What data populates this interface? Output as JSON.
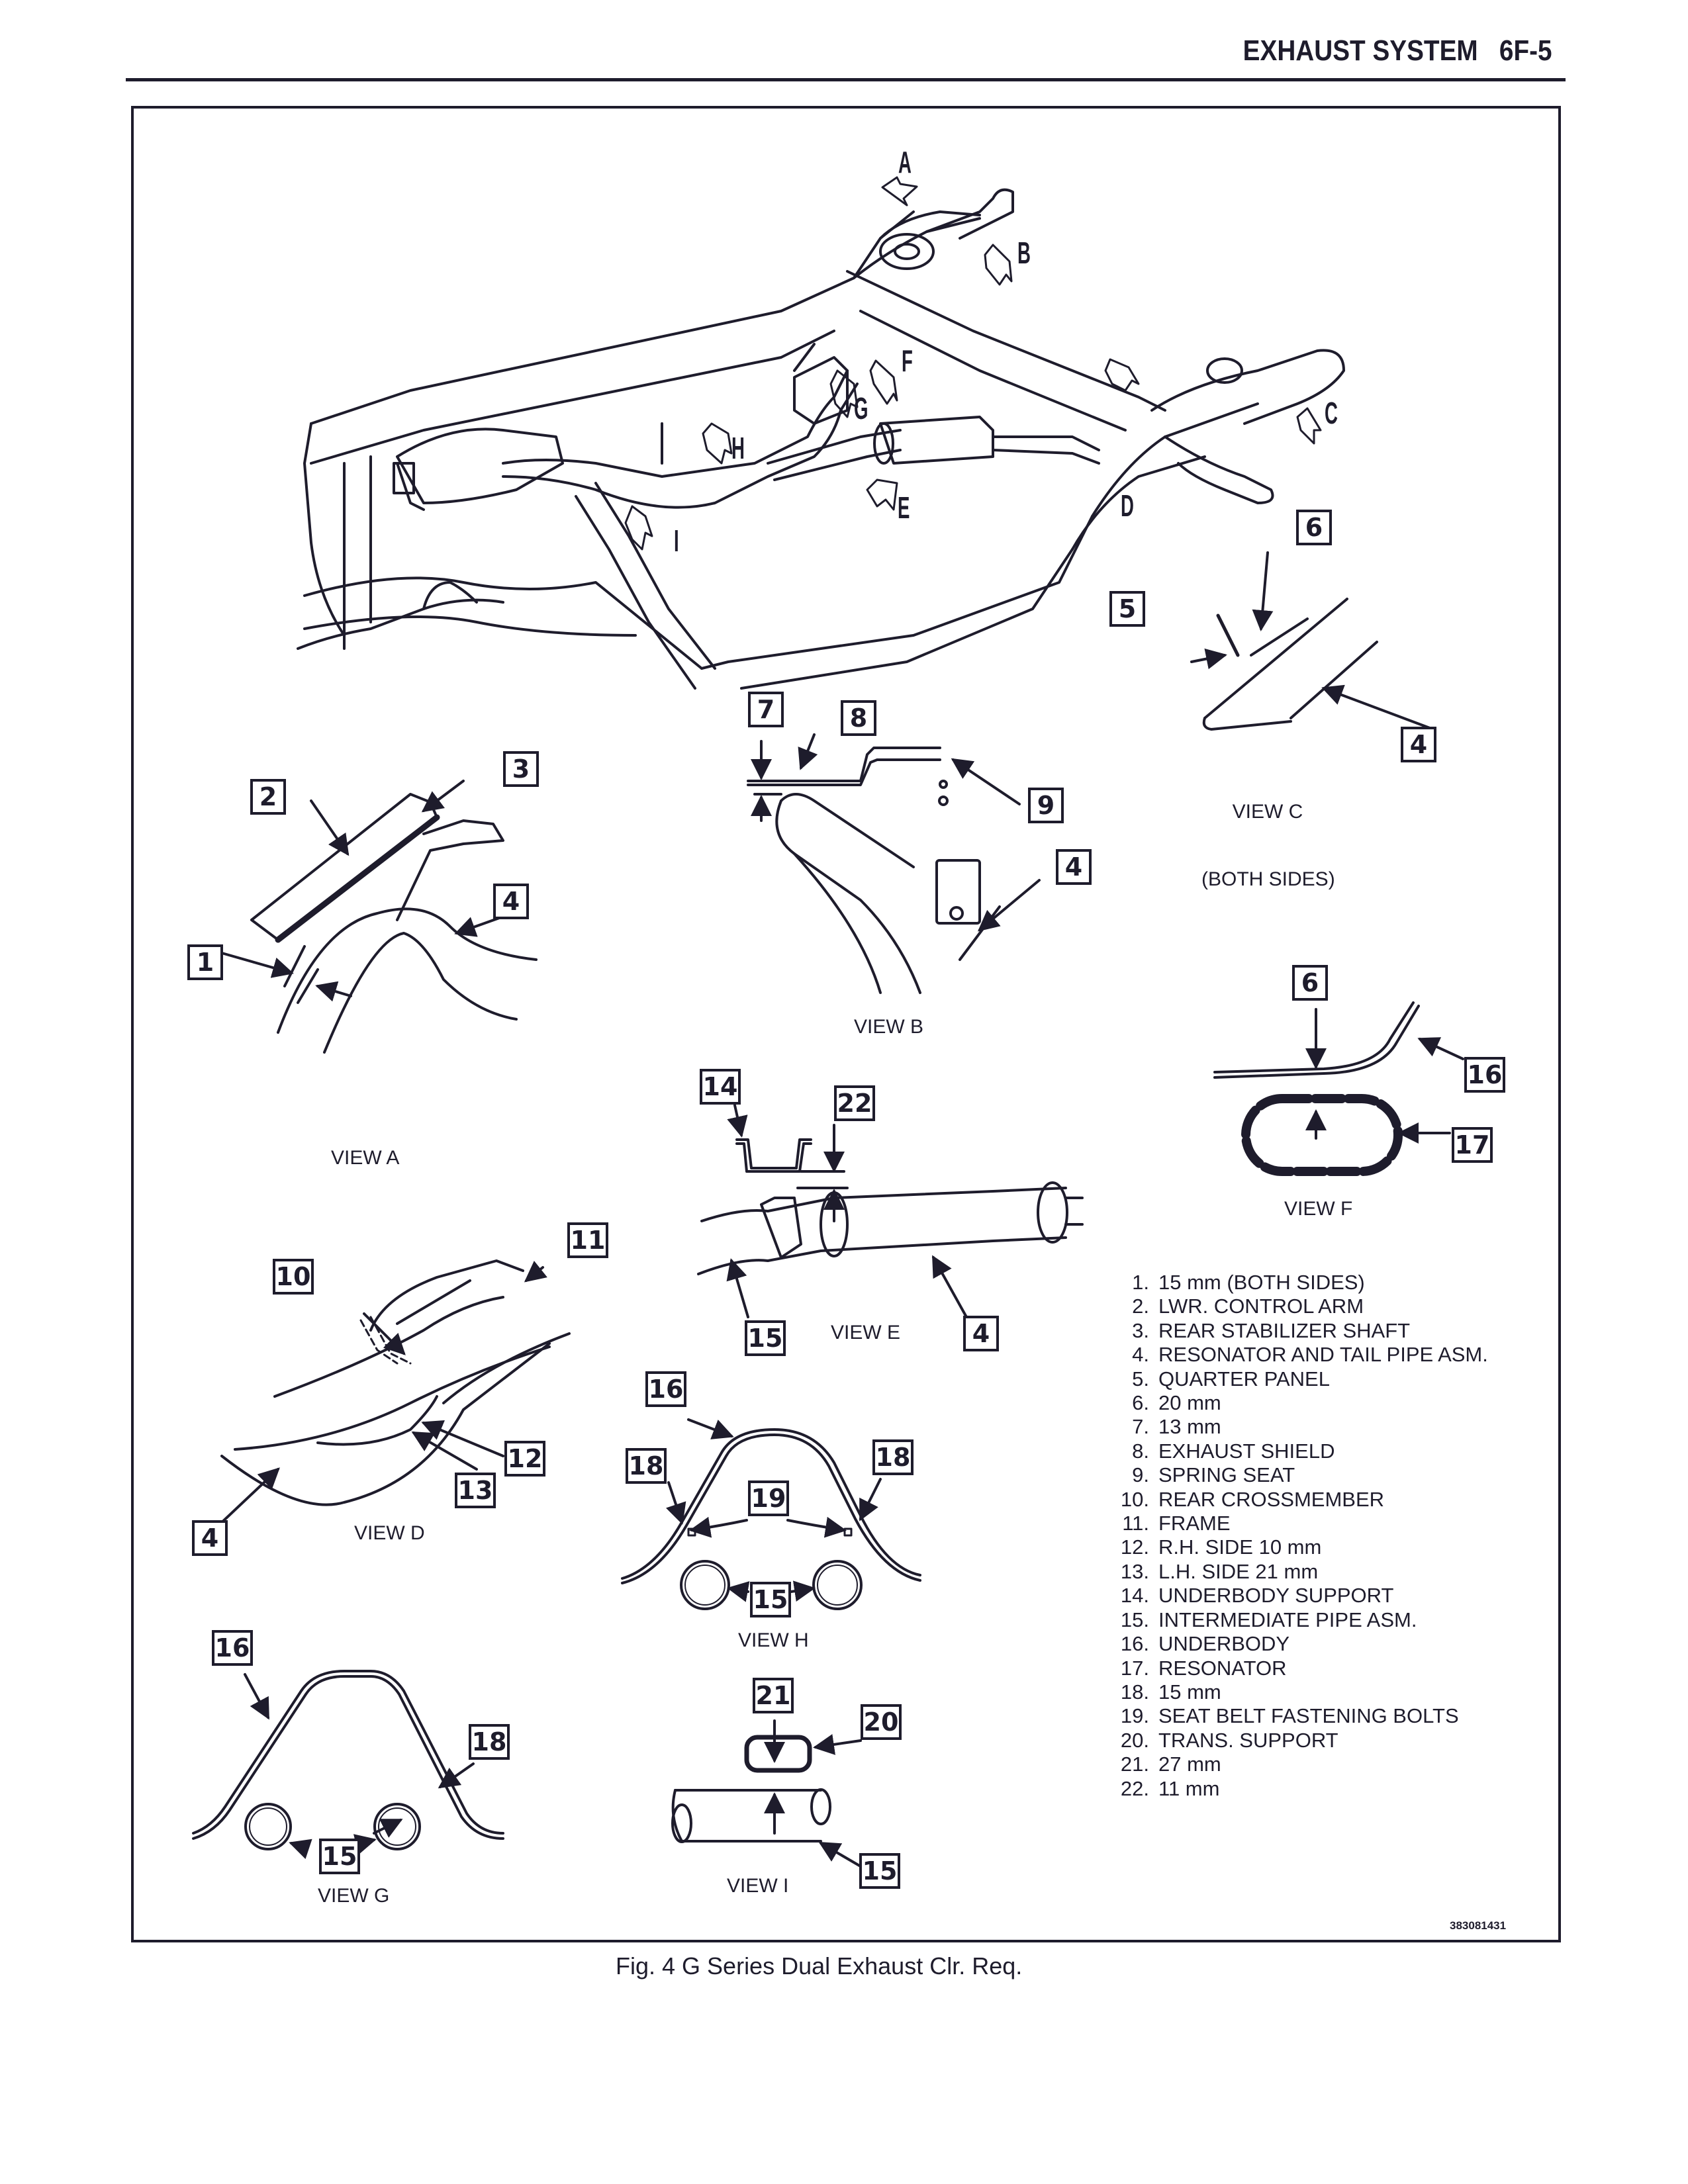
{
  "header": {
    "title": "EXHAUST SYSTEM   6F-5"
  },
  "figure": {
    "caption": "Fig. 4 G Series Dual Exhaust Clr. Req.",
    "code": "383081431",
    "view_letters": [
      "A",
      "B",
      "C",
      "D",
      "E",
      "F",
      "G",
      "H",
      "I"
    ],
    "views": {
      "a": {
        "label": "VIEW A",
        "callouts": [
          "1",
          "2",
          "3",
          "4"
        ]
      },
      "b": {
        "label": "VIEW B",
        "callouts": [
          "7",
          "8",
          "9",
          "4"
        ]
      },
      "c": {
        "label": "VIEW C",
        "sublabel": "(BOTH SIDES)",
        "callouts": [
          "5",
          "6",
          "4"
        ]
      },
      "d": {
        "label": "VIEW D",
        "callouts": [
          "10",
          "11",
          "12",
          "13",
          "4"
        ]
      },
      "e": {
        "label": "VIEW E",
        "callouts": [
          "14",
          "22",
          "15",
          "4"
        ]
      },
      "f": {
        "label": "VIEW F",
        "callouts": [
          "6",
          "16",
          "17"
        ]
      },
      "g": {
        "label": "VIEW G",
        "callouts": [
          "16",
          "18",
          "15"
        ]
      },
      "h": {
        "label": "VIEW H",
        "callouts": [
          "16",
          "18",
          "18",
          "19",
          "15"
        ]
      },
      "i": {
        "label": "VIEW I",
        "callouts": [
          "21",
          "20",
          "15"
        ]
      }
    }
  },
  "legend": [
    {
      "num": "1.",
      "text": "15 mm (BOTH SIDES)"
    },
    {
      "num": "2.",
      "text": "LWR. CONTROL ARM"
    },
    {
      "num": "3.",
      "text": "REAR STABILIZER SHAFT"
    },
    {
      "num": "4.",
      "text": "RESONATOR AND TAIL PIPE ASM."
    },
    {
      "num": "5.",
      "text": "QUARTER PANEL"
    },
    {
      "num": "6.",
      "text": "20 mm"
    },
    {
      "num": "7.",
      "text": "13 mm"
    },
    {
      "num": "8.",
      "text": "EXHAUST SHIELD"
    },
    {
      "num": "9.",
      "text": "SPRING SEAT"
    },
    {
      "num": "10.",
      "text": "REAR CROSSMEMBER"
    },
    {
      "num": "11.",
      "text": "FRAME"
    },
    {
      "num": "12.",
      "text": "R.H. SIDE 10 mm"
    },
    {
      "num": "13.",
      "text": "L.H. SIDE 21 mm"
    },
    {
      "num": "14.",
      "text": "UNDERBODY SUPPORT"
    },
    {
      "num": "15.",
      "text": "INTERMEDIATE PIPE ASM."
    },
    {
      "num": "16.",
      "text": "UNDERBODY"
    },
    {
      "num": "17.",
      "text": "RESONATOR"
    },
    {
      "num": "18.",
      "text": "15 mm"
    },
    {
      "num": "19.",
      "text": "SEAT BELT FASTENING BOLTS"
    },
    {
      "num": "20.",
      "text": "TRANS. SUPPORT"
    },
    {
      "num": "21.",
      "text": "27 mm"
    },
    {
      "num": "22.",
      "text": "11 mm"
    }
  ]
}
